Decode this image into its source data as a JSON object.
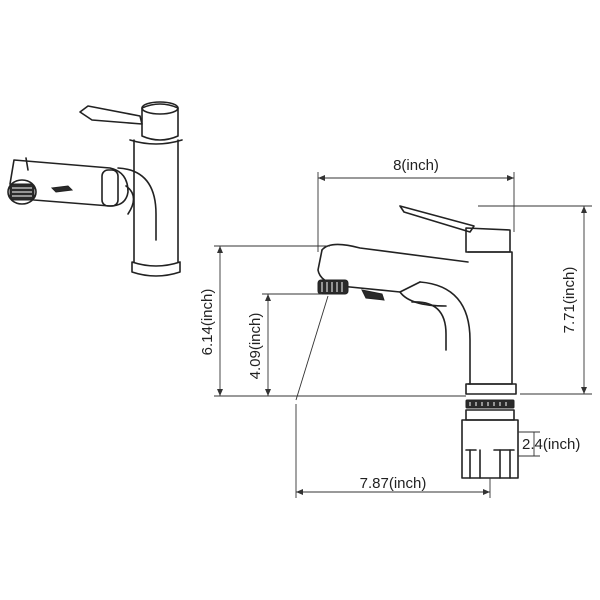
{
  "dimensions": {
    "width": "8(inch)",
    "height_total": "7.71(inch)",
    "spout_height": "6.14(inch)",
    "spray_height": "4.09(inch)",
    "base_diameter": "2.4(inch)",
    "reach": "7.87(inch)"
  },
  "colors": {
    "line": "#222222",
    "background": "#ffffff"
  }
}
